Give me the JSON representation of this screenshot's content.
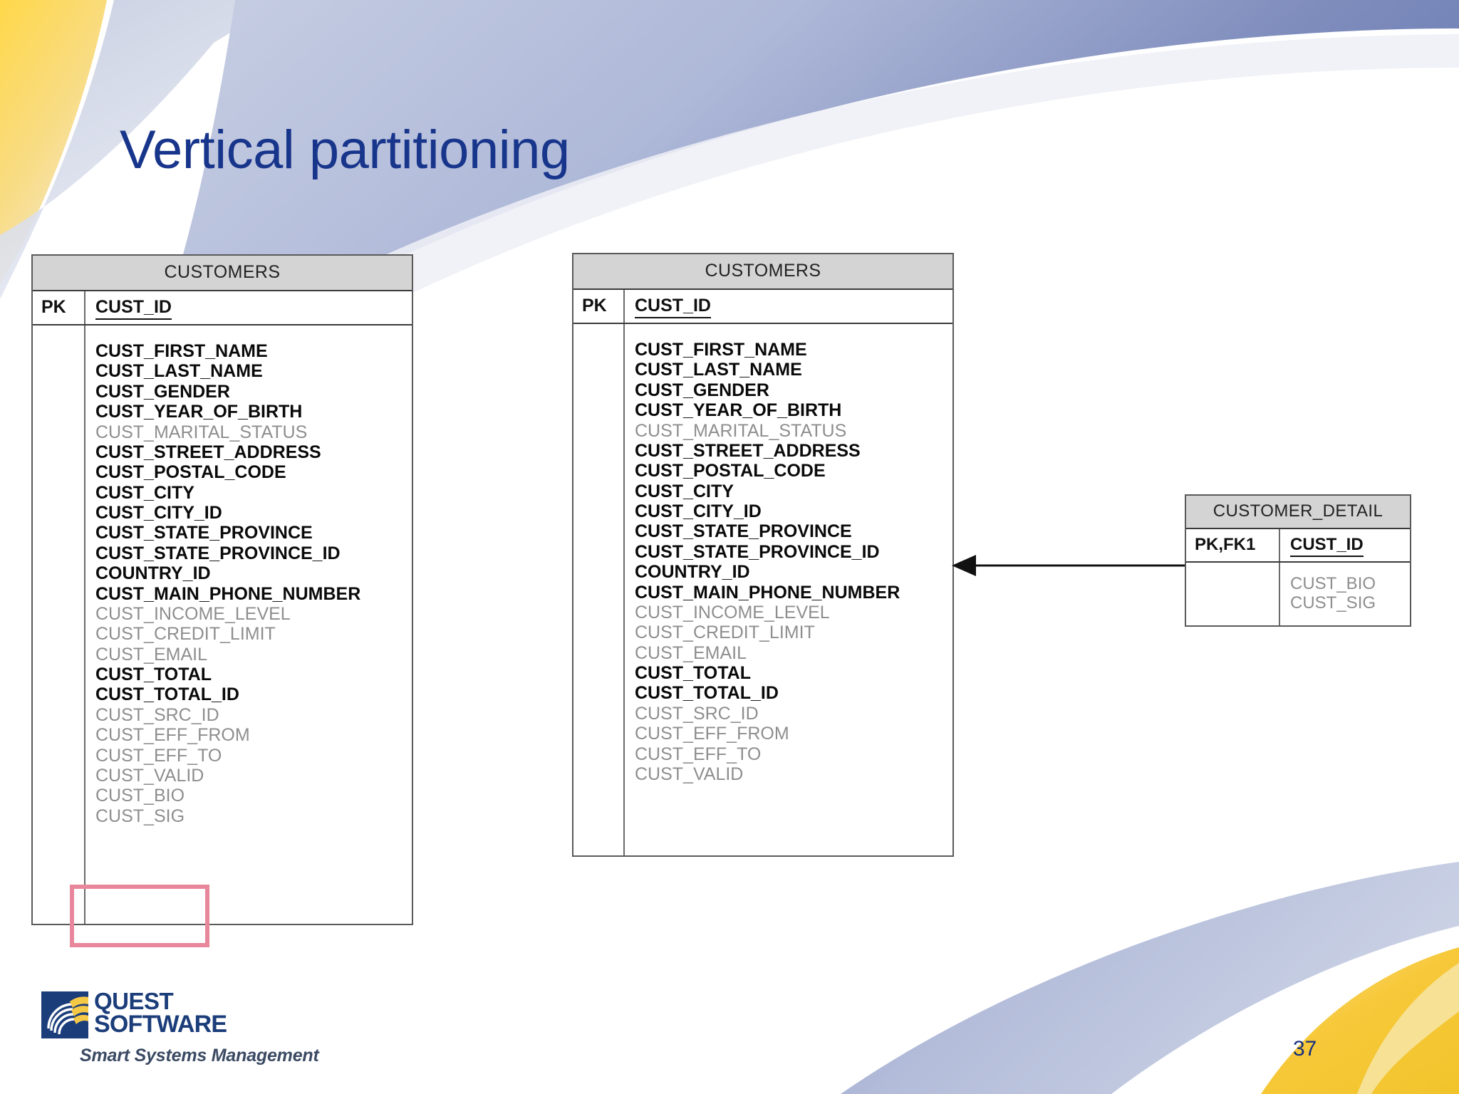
{
  "slide": {
    "title": "Vertical partitioning",
    "page_number": "37",
    "title_color": "#18358c",
    "accent_yellow": "#f5c945",
    "accent_blue_gray": "#a8b2d4",
    "highlight_color": "#e8879b"
  },
  "logo": {
    "mark_name": "quest-swoosh-mark",
    "line1": "QUEST",
    "line2": "SOFTWARE",
    "tagline": "Smart Systems Management"
  },
  "diagram": {
    "relationship_arrow": {
      "name": "foreign-key-arrow",
      "direction": "left",
      "from": "CUSTOMER_DETAIL",
      "to": "CUSTOMERS"
    },
    "tables": [
      {
        "name": "CUSTOMERS",
        "key_label": "PK",
        "key_column": "CUST_ID",
        "columns": [
          {
            "label": "CUST_FIRST_NAME",
            "bold": true
          },
          {
            "label": "CUST_LAST_NAME",
            "bold": true
          },
          {
            "label": "CUST_GENDER",
            "bold": true
          },
          {
            "label": "CUST_YEAR_OF_BIRTH",
            "bold": true
          },
          {
            "label": "CUST_MARITAL_STATUS",
            "bold": false
          },
          {
            "label": "CUST_STREET_ADDRESS",
            "bold": true
          },
          {
            "label": "CUST_POSTAL_CODE",
            "bold": true
          },
          {
            "label": "CUST_CITY",
            "bold": true
          },
          {
            "label": "CUST_CITY_ID",
            "bold": true
          },
          {
            "label": "CUST_STATE_PROVINCE",
            "bold": true
          },
          {
            "label": "CUST_STATE_PROVINCE_ID",
            "bold": true
          },
          {
            "label": "COUNTRY_ID",
            "bold": true
          },
          {
            "label": "CUST_MAIN_PHONE_NUMBER",
            "bold": true
          },
          {
            "label": "CUST_INCOME_LEVEL",
            "bold": false
          },
          {
            "label": "CUST_CREDIT_LIMIT",
            "bold": false
          },
          {
            "label": "CUST_EMAIL",
            "bold": false
          },
          {
            "label": "CUST_TOTAL",
            "bold": true
          },
          {
            "label": "CUST_TOTAL_ID",
            "bold": true
          },
          {
            "label": "CUST_SRC_ID",
            "bold": false
          },
          {
            "label": "CUST_EFF_FROM",
            "bold": false
          },
          {
            "label": "CUST_EFF_TO",
            "bold": false
          },
          {
            "label": "CUST_VALID",
            "bold": false
          },
          {
            "label": "CUST_BIO",
            "bold": false
          },
          {
            "label": "CUST_SIG",
            "bold": false
          }
        ]
      },
      {
        "name": "CUSTOMERS",
        "key_label": "PK",
        "key_column": "CUST_ID",
        "columns": [
          {
            "label": "CUST_FIRST_NAME",
            "bold": true
          },
          {
            "label": "CUST_LAST_NAME",
            "bold": true
          },
          {
            "label": "CUST_GENDER",
            "bold": true
          },
          {
            "label": "CUST_YEAR_OF_BIRTH",
            "bold": true
          },
          {
            "label": "CUST_MARITAL_STATUS",
            "bold": false
          },
          {
            "label": "CUST_STREET_ADDRESS",
            "bold": true
          },
          {
            "label": "CUST_POSTAL_CODE",
            "bold": true
          },
          {
            "label": "CUST_CITY",
            "bold": true
          },
          {
            "label": "CUST_CITY_ID",
            "bold": true
          },
          {
            "label": "CUST_STATE_PROVINCE",
            "bold": true
          },
          {
            "label": "CUST_STATE_PROVINCE_ID",
            "bold": true
          },
          {
            "label": "COUNTRY_ID",
            "bold": true
          },
          {
            "label": "CUST_MAIN_PHONE_NUMBER",
            "bold": true
          },
          {
            "label": "CUST_INCOME_LEVEL",
            "bold": false
          },
          {
            "label": "CUST_CREDIT_LIMIT",
            "bold": false
          },
          {
            "label": "CUST_EMAIL",
            "bold": false
          },
          {
            "label": "CUST_TOTAL",
            "bold": true
          },
          {
            "label": "CUST_TOTAL_ID",
            "bold": true
          },
          {
            "label": "CUST_SRC_ID",
            "bold": false
          },
          {
            "label": "CUST_EFF_FROM",
            "bold": false
          },
          {
            "label": "CUST_EFF_TO",
            "bold": false
          },
          {
            "label": "CUST_VALID",
            "bold": false
          }
        ]
      },
      {
        "name": "CUSTOMER_DETAIL",
        "key_label": "PK,FK1",
        "key_column": "CUST_ID",
        "columns": [
          {
            "label": "CUST_BIO",
            "bold": false
          },
          {
            "label": "CUST_SIG",
            "bold": false
          }
        ]
      }
    ]
  }
}
